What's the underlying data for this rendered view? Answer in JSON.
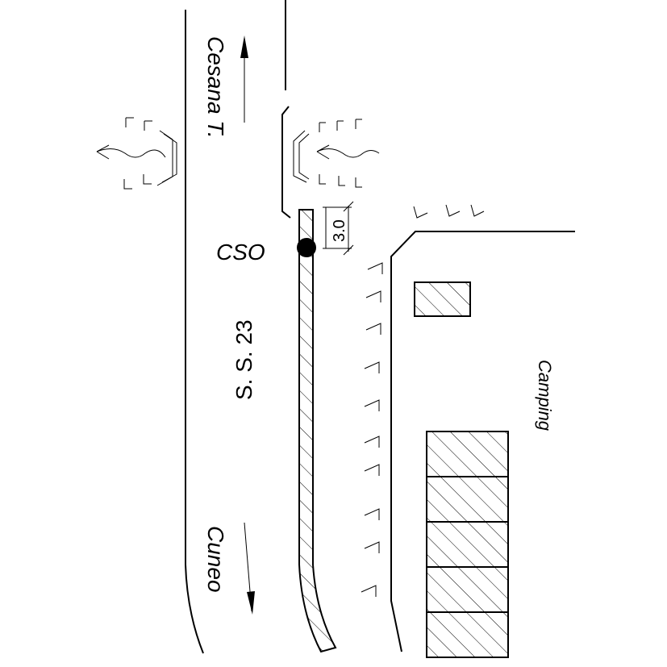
{
  "labels": {
    "road_north": "Cesana T.",
    "road_name": "S. S. 23",
    "road_south": "Cuneo",
    "point": "CSO",
    "dimension": "3.0",
    "area": "Camping"
  },
  "colors": {
    "ink": "#000000",
    "background": "#ffffff"
  }
}
